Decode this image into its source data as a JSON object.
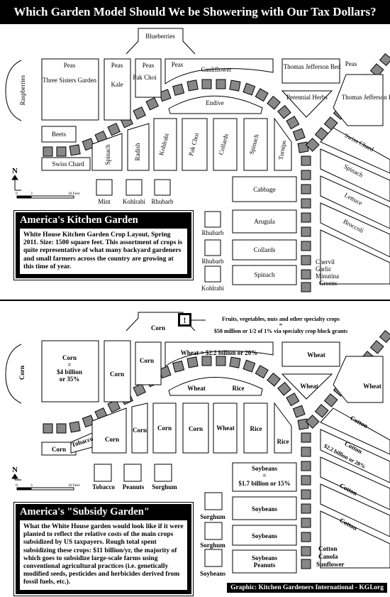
{
  "title": "Which Garden Model Should We be Showering with Our Tax Dollars?",
  "north": "N",
  "scale": {
    "zero": "0",
    "three": "3",
    "ten": "10 Feet"
  },
  "top": {
    "box_title": "America's Kitchen Garden",
    "box_text": "White House Kitchen Garden Crop Layout, Spring 2011. Size: 1500 square feet. This assortment of crops is quite representative of what many backyard gardeners and small farmers across the country are growing at this time of year.",
    "beds": {
      "blueberries": "Blueberries",
      "raspberries": "Raspberries",
      "peas1": "Peas",
      "three_sisters": "Three Sisters Garden",
      "peas2": "Peas",
      "kale": "Kale",
      "peas3": "Peas",
      "pak_choi": "Pak Choi",
      "peas4": "Peas",
      "cauliflower": "Cauliflower",
      "endive": "Endive",
      "tj_bed1": "Thomas Jefferson Bed",
      "peas5": "Peas",
      "perennial_herbs": "Perennial Herbs",
      "tj_bed2": "Thomas Jefferson Bed",
      "beets": "Beets",
      "swiss_chard_left": "Swiss Chard",
      "spinach1": "Spinach",
      "radish": "Radish",
      "kohlrabi1": "Kohlrabi",
      "pak_choi2": "Pak Choi",
      "collards1": "Collards",
      "spinach2": "Spinach",
      "turnips": "Turnips",
      "swiss_chard_right": "Swiss Chard",
      "spinach3": "Spinach",
      "lettuce": "Lettuce",
      "broccoli": "Broccoli",
      "mint": "Mint",
      "kohlrabi2": "Kohlrabi",
      "rhubarb1": "Rhubarb",
      "cabbage": "Cabbage",
      "arugula": "Arugula",
      "collards2": "Collards",
      "spinach4": "Spinach",
      "rhubarb2": "Rhubarb",
      "rhubarb3": "Rhubarb",
      "kohlrabi3": "Kohlrabi",
      "chervil": "Chervil",
      "garlic": "Garlic",
      "minutina": "Minutina",
      "greens": "Greens"
    }
  },
  "bottom": {
    "box_title": "America's \"Subsidy Garden\"",
    "box_text": "What the White House garden would look like if it were planted to reflect the relative costs of the main crops subsidized by US taxpayers. Rough total spent subsidizing these crops: $11 billion/yr, the majority of which goes to subsidize large-scale farms using conventional agricultural practices (i.e. genetically modified seeds, pesticides and herbicides derived from fossil fuels, etc.).",
    "specialty_line1": "Fruits, vegetables, nuts and other specialty crops",
    "specialty_eq": "=",
    "specialty_line2": "$50 million or 1/2 of 1% via specialty crop block grants",
    "beds": {
      "corn_top": "Corn",
      "corn_left_arc": "Corn",
      "corn_big": "Corn",
      "corn_big_eq": "=",
      "corn_big_val1": "$4 billion",
      "corn_big_val2": "or 35%",
      "corn_a": "Corn",
      "corn_b": "Corn",
      "wheat_stat": "Wheat = $2.2 billion or 20%",
      "wheat_a": "Wheat",
      "rice_a": "Rice",
      "wheat_tr": "Wheat",
      "wheat_mid": "Wheat",
      "wheat_r": "Wheat",
      "corn_left": "Corn",
      "tobacco_diag": "Tobacco",
      "corn_c": "Corn",
      "corn_d": "Corn",
      "corn_e": "Corn",
      "wheat_b": "Wheat",
      "rice_b": "Rice",
      "rice_c": "Rice",
      "cotton1": "Cotton",
      "cotton2": "Cotton",
      "cotton_stat": "$2.2 billion or 20%",
      "cotton3": "Cotton",
      "cotton4": "Cotton",
      "tobacco": "Tobacco",
      "peanuts": "Peanuts",
      "sorghum1": "Sorghum",
      "soy_stat_title": "Soybeans",
      "soy_stat_eq": "=",
      "soy_stat_val": "$1.7 billion or 15%",
      "soybeans1": "Soybeans",
      "soybeans2": "Soybeans",
      "soybeans3": "Soybeans",
      "peanuts2": "Peanuts",
      "sorghum2": "Sorghum",
      "sorghum3": "Sorghum",
      "soybeans4": "Soybeans",
      "cotton_l1": "Cotton",
      "cotton_l2": "Canola",
      "cotton_l3": "Sunflower"
    }
  },
  "credit": "Graphic: Kitchen Gardeners International - KGI.org"
}
